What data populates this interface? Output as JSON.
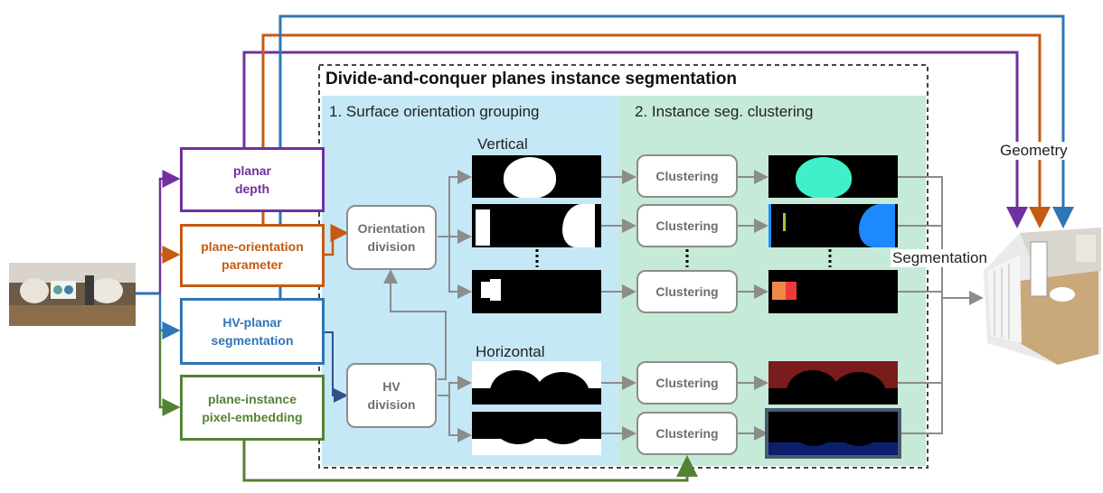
{
  "title": "Divide-and-conquer planes instance segmentation",
  "panels": {
    "left_label": "1. Surface orientation grouping",
    "right_label": "2. Instance seg. clustering"
  },
  "outputs": [
    {
      "line1": "planar",
      "line2": "depth",
      "color": "#7030a0"
    },
    {
      "line1": "plane-orientation",
      "line2": "parameter",
      "color": "#c55a11"
    },
    {
      "line1": "HV-planar",
      "line2": "segmentation",
      "color": "#2e75b6"
    },
    {
      "line1": "plane-instance",
      "line2": "pixel-embedding",
      "color": "#548235"
    }
  ],
  "orientation_division": {
    "line1": "Orientation",
    "line2": "division"
  },
  "hv_division": {
    "line1": "HV",
    "line2": "division"
  },
  "group_labels": {
    "vertical": "Vertical",
    "horizontal": "Horizontal"
  },
  "clustering_label": "Clustering",
  "geometry_label": "Geometry",
  "segmentation_label": "Segmentation",
  "colors": {
    "left_panel": "#c5e8f7",
    "right_panel": "#c6ead8",
    "arrow_gray": "#8c8c8c"
  }
}
